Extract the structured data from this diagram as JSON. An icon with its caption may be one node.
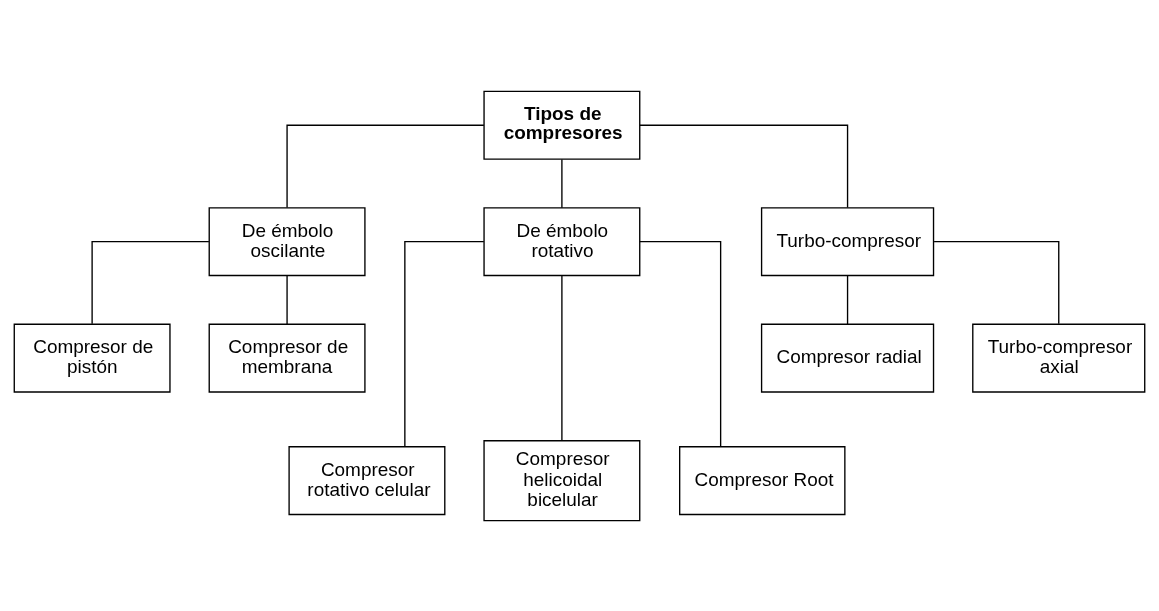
{
  "diagram": {
    "nodes": [
      {
        "text": [
          "Tipos de compresores"
        ]
      },
      {
        "text": [
          "De émbolo oscilante"
        ]
      },
      {
        "text": [
          "De émbolo rotativo"
        ]
      },
      {
        "text": [
          "Turbo-compresor"
        ]
      },
      {
        "text": [
          "Compresor de pistón"
        ]
      },
      {
        "text": [
          "Compresor de membrana"
        ]
      },
      {
        "text": [
          "Compresor radial"
        ]
      },
      {
        "text": [
          "Turbo-compresor axial"
        ]
      },
      {
        "text": [
          "Compresor rotativo celular"
        ]
      },
      {
        "text": [
          "Compresor helicoidal bicelular"
        ]
      },
      {
        "text": [
          "Compresor Root"
        ]
      }
    ],
    "edges": [
      {
        "from": 0,
        "to": 1,
        "arrow": "none"
      },
      {
        "from": 0,
        "to": 2,
        "arrow": "none"
      },
      {
        "from": 0,
        "to": 3,
        "arrow": "none"
      },
      {
        "from": 1,
        "to": 4,
        "arrow": "none"
      },
      {
        "from": 1,
        "to": 5,
        "arrow": "none"
      },
      {
        "from": 3,
        "to": 6,
        "arrow": "none"
      },
      {
        "from": 3,
        "to": 7,
        "arrow": "none"
      },
      {
        "from": 2,
        "to": 8,
        "arrow": "none"
      },
      {
        "from": 2,
        "to": 9,
        "arrow": "none"
      },
      {
        "from": 2,
        "to": 10,
        "arrow": "none"
      }
    ]
  }
}
